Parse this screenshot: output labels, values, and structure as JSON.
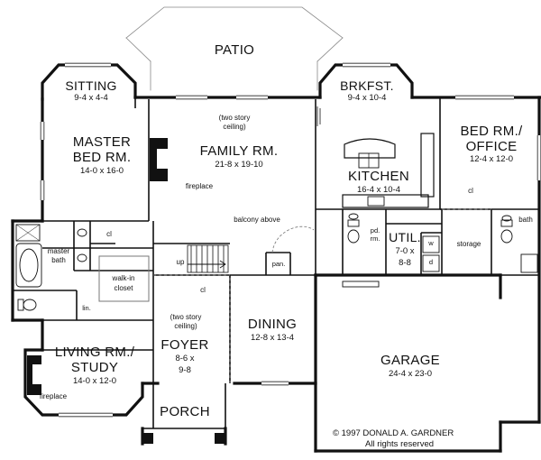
{
  "rooms": {
    "patio": {
      "name": "PATIO"
    },
    "sitting": {
      "name": "SITTING",
      "dims": "9-4 x 4-4"
    },
    "brkfst": {
      "name": "BRKFST.",
      "dims": "9-4 x 10-4"
    },
    "master": {
      "name_line1": "MASTER",
      "name_line2": "BED RM.",
      "dims": "14-0 x 16-0"
    },
    "family": {
      "note_line1": "(two story",
      "note_line2": "ceiling)",
      "name": "FAMILY RM.",
      "dims": "21-8 x 19-10"
    },
    "bedroom_office": {
      "name_line1": "BED RM./",
      "name_line2": "OFFICE",
      "dims": "12-4 x 12-0"
    },
    "kitchen": {
      "name": "KITCHEN",
      "dims": "16-4 x 10-4"
    },
    "util": {
      "name": "UTIL.",
      "dims_line1": "7-0 x",
      "dims_line2": "8-8"
    },
    "living": {
      "name_line1": "LIVING RM./",
      "name_line2": "STUDY",
      "dims": "14-0 x 12-0"
    },
    "foyer": {
      "note_line1": "(two story",
      "note_line2": "ceiling)",
      "name": "FOYER",
      "dims_line1": "8-6 x",
      "dims_line2": "9-8"
    },
    "dining": {
      "name": "DINING",
      "dims": "12-8 x 13-4"
    },
    "garage": {
      "name": "GARAGE",
      "dims": "24-4 x 23-0"
    },
    "porch": {
      "name": "PORCH"
    }
  },
  "small_labels": {
    "fireplace_family": "fireplace",
    "fireplace_living": "fireplace",
    "balcony": "balcony above",
    "master_bath_line1": "master",
    "master_bath_line2": "bath",
    "walkin_line1": "walk-in",
    "walkin_line2": "closet",
    "lin": "lin.",
    "cl_master": "cl",
    "cl_foyer": "cl",
    "cl_bed": "cl",
    "up": "up",
    "pan": "pan.",
    "pd_rm_line1": "pd.",
    "pd_rm_line2": "rm.",
    "storage": "storage",
    "bath": "bath",
    "washer": "w",
    "dryer": "d"
  },
  "copyright": {
    "line1": "© 1997 DONALD A. GARDNER",
    "line2": "All rights reserved"
  },
  "colors": {
    "wall": "#111111",
    "background": "#ffffff",
    "light_line": "#777777"
  }
}
